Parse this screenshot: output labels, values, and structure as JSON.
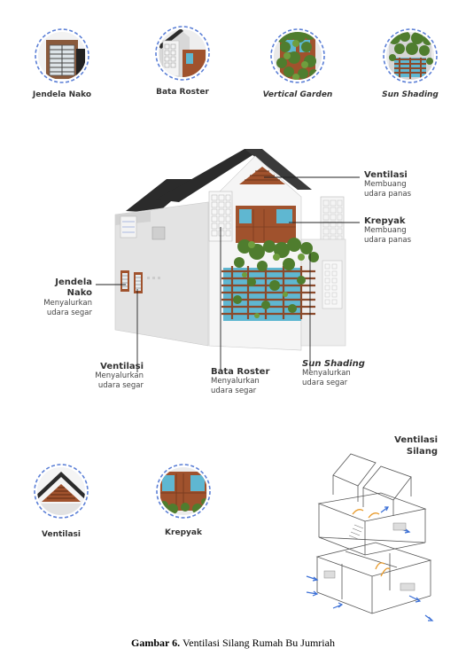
{
  "top_icons": [
    {
      "label": "Jendela Nako",
      "italic": false
    },
    {
      "label": "Bata Roster",
      "italic": false
    },
    {
      "label": "Vertical Garden",
      "italic": true
    },
    {
      "label": "Sun Shading",
      "italic": true
    }
  ],
  "callouts": {
    "ventilasi_top": {
      "title": "Ventilasi",
      "desc": "Membuang\nudara panas"
    },
    "krepyak": {
      "title": "Krepyak",
      "desc": "Membuang\nudara panas"
    },
    "jendela_nako": {
      "title": "Jendela\nNako",
      "desc": "Menyalurkan\nudara segar"
    },
    "ventilasi_bottom": {
      "title": "Ventilasi",
      "desc": "Menyalurkan\nudara segar"
    },
    "bata_roster": {
      "title": "Bata Roster",
      "desc": "Menyalurkan\nudara segar"
    },
    "sun_shading": {
      "title": "Sun Shading",
      "desc": "Menyalurkan\nudara segar"
    }
  },
  "bottom_icons": [
    {
      "label": "Ventilasi"
    },
    {
      "label": "Krepyak"
    }
  ],
  "cross_ventilation": {
    "title": "Ventilasi\nSilang"
  },
  "caption": {
    "prefix": "Gambar 6.",
    "text": " Ventilasi Silang Rumah Bu Jumriah"
  },
  "colors": {
    "dash_ring": "#5b7fd6",
    "wood": "#a0522d",
    "glass": "#5fb7d1",
    "foliage": "#4f7d2e",
    "roof": "#2b2b2b",
    "airflow": "#3b6fd6"
  }
}
